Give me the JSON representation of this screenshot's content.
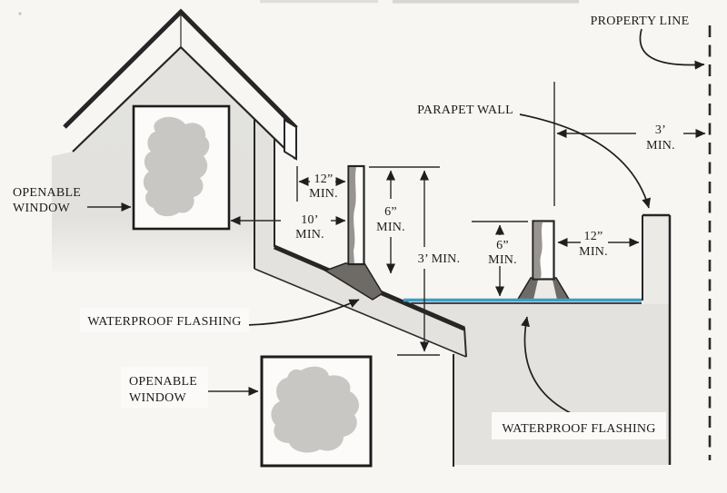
{
  "labels": {
    "property_line": "PROPERTY LINE",
    "parapet_wall": "PARAPET WALL",
    "waterproof_flashing_left": "WATERPROOF FLASHING",
    "waterproof_flashing_right": "WATERPROOF FLASHING",
    "openable_window_upper_l1": "OPENABLE",
    "openable_window_upper_l2": "WINDOW",
    "openable_window_lower_l1": "OPENABLE",
    "openable_window_lower_l2": "WINDOW"
  },
  "dims": {
    "offset_12_left": [
      "12”",
      "MIN."
    ],
    "window_10": [
      "10’",
      "MIN."
    ],
    "height_6_left": [
      "6”",
      "MIN."
    ],
    "height_3_left": "3’ MIN.",
    "height_6_right": [
      "6”",
      "MIN."
    ],
    "offset_12_right": [
      "12”",
      "MIN."
    ],
    "property_3_right": [
      "3’",
      "MIN."
    ]
  },
  "colors": {
    "flat_roof_blue": "#3b9ec9",
    "flashing": "#6e6a66",
    "wall_fill": "#e4e2df",
    "parapet_fill": "#eceae7",
    "window_blob": "#c8c7c4",
    "line": "#2b2b2b"
  }
}
